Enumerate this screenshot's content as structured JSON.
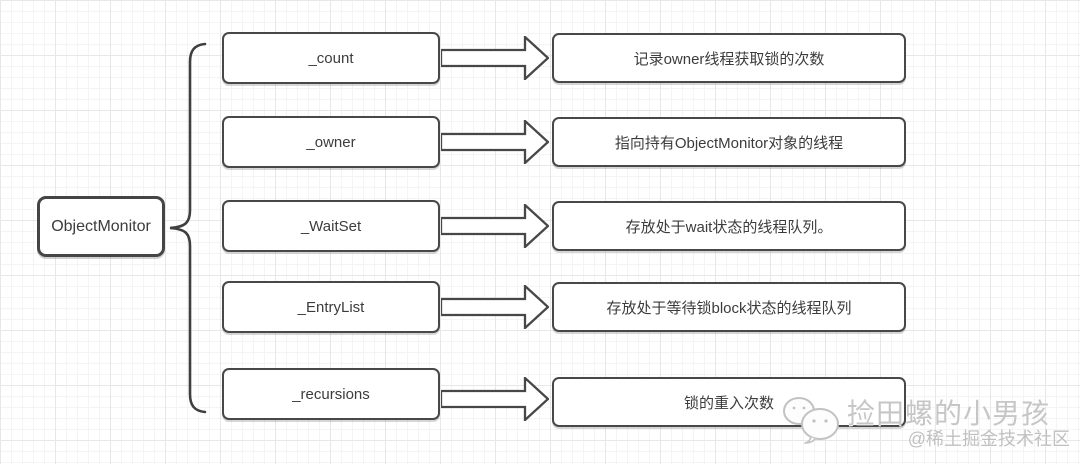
{
  "diagram": {
    "root": {
      "label": "ObjectMonitor"
    },
    "rows": [
      {
        "field": "_count",
        "desc": "记录owner线程获取锁的次数"
      },
      {
        "field": "_owner",
        "desc": "指向持有ObjectMonitor对象的线程"
      },
      {
        "field": "_WaitSet",
        "desc": "存放处于wait状态的线程队列。"
      },
      {
        "field": "_EntryList",
        "desc": "存放处于等待锁block状态的线程队列"
      },
      {
        "field": "_recursions",
        "desc": "锁的重入次数"
      }
    ]
  },
  "watermark": {
    "name": "捡田螺的小男孩",
    "community": "@稀土掘金技术社区",
    "icon": "wechat-bubbles-icon"
  },
  "colors": {
    "box_border": "#484848",
    "box_text": "#3c3c3c",
    "grid_line": "#e7e7e7",
    "watermark_gray": "#c6c6c6",
    "background": "#ffffff"
  }
}
